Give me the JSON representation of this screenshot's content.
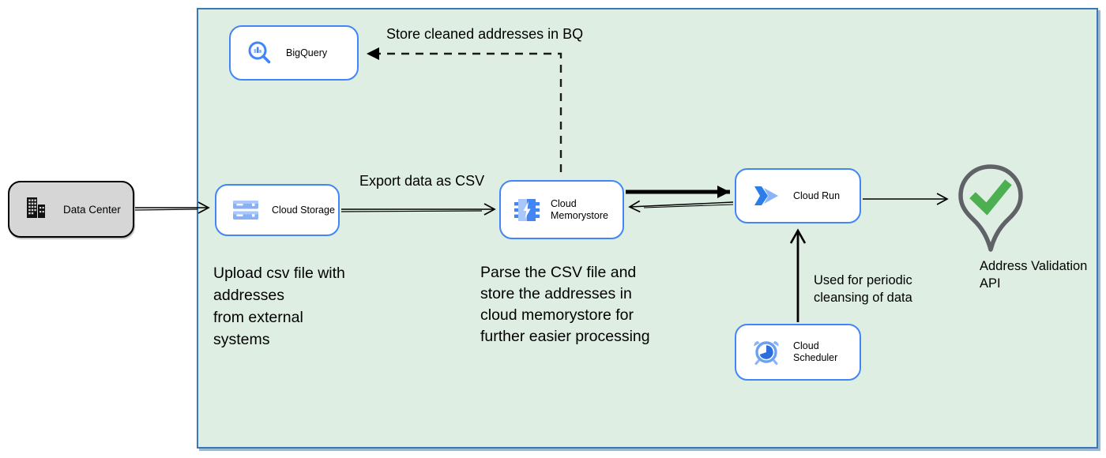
{
  "diagram": {
    "nodes": {
      "data_center": {
        "label": "Data Center"
      },
      "bigquery": {
        "label": "BigQuery"
      },
      "cloud_storage": {
        "label": "Cloud Storage"
      },
      "cloud_memorystore": {
        "label": "Cloud Memorystore"
      },
      "cloud_run": {
        "label": "Cloud Run"
      },
      "cloud_scheduler": {
        "label": "Cloud Scheduler"
      },
      "address_validation_api": {
        "label": "Address Validation\nAPI"
      }
    },
    "annotations": {
      "store_bq": "Store cleaned addresses in BQ",
      "export_csv": "Export data as CSV",
      "upload_note": "Upload csv file with\naddresses\nfrom external\nsystems",
      "parse_note": "Parse the CSV file and\nstore the addresses in\ncloud  memorystore for\nfurther easier processing",
      "periodic_note": "Used for periodic\ncleansing of data"
    },
    "colors": {
      "container_fill": "#dfeee3",
      "container_border": "#3a77bb",
      "node_border": "#4285f4",
      "node_fill": "#ffffff",
      "data_center_fill": "#d6d6d6",
      "icon_blue": "#4285f4",
      "icon_blue_light": "#a8c7fa",
      "pin_outline": "#5f6368",
      "check_green": "#4caf50",
      "arrow_black": "#000000"
    }
  }
}
